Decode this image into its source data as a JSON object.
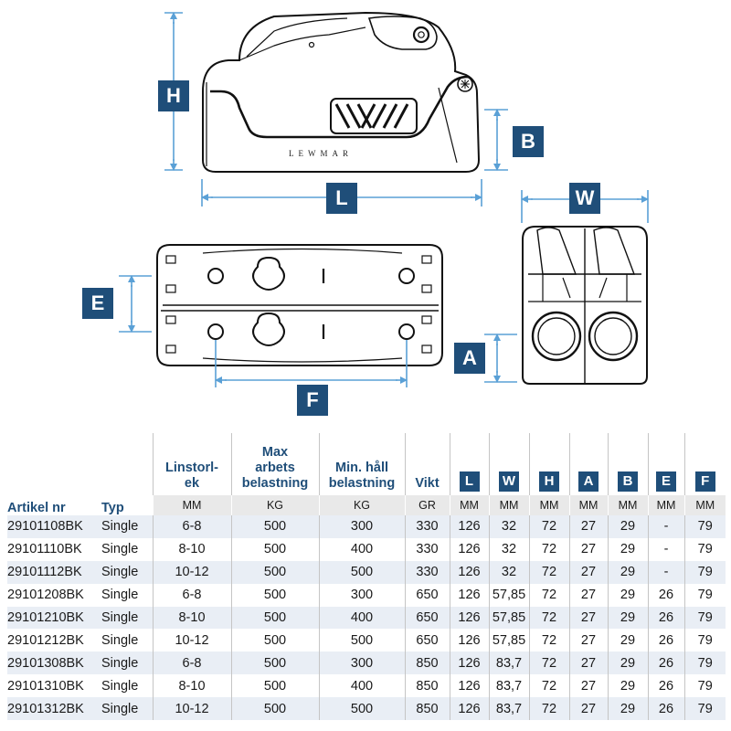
{
  "drawing": {
    "brand_text": "LEWMAR",
    "dimension_labels": {
      "H": "H",
      "L": "L",
      "B": "B",
      "W": "W",
      "E": "E",
      "F": "F",
      "A": "A"
    },
    "accent_color": "#1f4e79"
  },
  "table": {
    "headers": {
      "artikel": "Artikel nr",
      "typ": "Typ",
      "linstorlek_1": "Linstorl-",
      "linstorlek_2": "ek",
      "max_1": "Max",
      "max_2": "arbets",
      "max_3": "belastning",
      "min_1": "Min. håll",
      "min_2": "belastning",
      "vikt": "Vikt",
      "L": "L",
      "W": "W",
      "H": "H",
      "A": "A",
      "B": "B",
      "E": "E",
      "F": "F"
    },
    "units": [
      "MM",
      "KG",
      "KG",
      "GR",
      "MM",
      "MM",
      "MM",
      "MM",
      "MM",
      "MM",
      "MM"
    ],
    "rows": [
      [
        "29101108BK",
        "Single",
        "6-8",
        "500",
        "300",
        "330",
        "126",
        "32",
        "72",
        "27",
        "29",
        "-",
        "79"
      ],
      [
        "29101110BK",
        "Single",
        "8-10",
        "500",
        "400",
        "330",
        "126",
        "32",
        "72",
        "27",
        "29",
        "-",
        "79"
      ],
      [
        "29101112BK",
        "Single",
        "10-12",
        "500",
        "500",
        "330",
        "126",
        "32",
        "72",
        "27",
        "29",
        "-",
        "79"
      ],
      [
        "29101208BK",
        "Single",
        "6-8",
        "500",
        "300",
        "650",
        "126",
        "57,85",
        "72",
        "27",
        "29",
        "26",
        "79"
      ],
      [
        "29101210BK",
        "Single",
        "8-10",
        "500",
        "400",
        "650",
        "126",
        "57,85",
        "72",
        "27",
        "29",
        "26",
        "79"
      ],
      [
        "29101212BK",
        "Single",
        "10-12",
        "500",
        "500",
        "650",
        "126",
        "57,85",
        "72",
        "27",
        "29",
        "26",
        "79"
      ],
      [
        "29101308BK",
        "Single",
        "6-8",
        "500",
        "300",
        "850",
        "126",
        "83,7",
        "72",
        "27",
        "29",
        "26",
        "79"
      ],
      [
        "29101310BK",
        "Single",
        "8-10",
        "500",
        "400",
        "850",
        "126",
        "83,7",
        "72",
        "27",
        "29",
        "26",
        "79"
      ],
      [
        "29101312BK",
        "Single",
        "10-12",
        "500",
        "500",
        "850",
        "126",
        "83,7",
        "72",
        "27",
        "29",
        "26",
        "79"
      ]
    ]
  }
}
